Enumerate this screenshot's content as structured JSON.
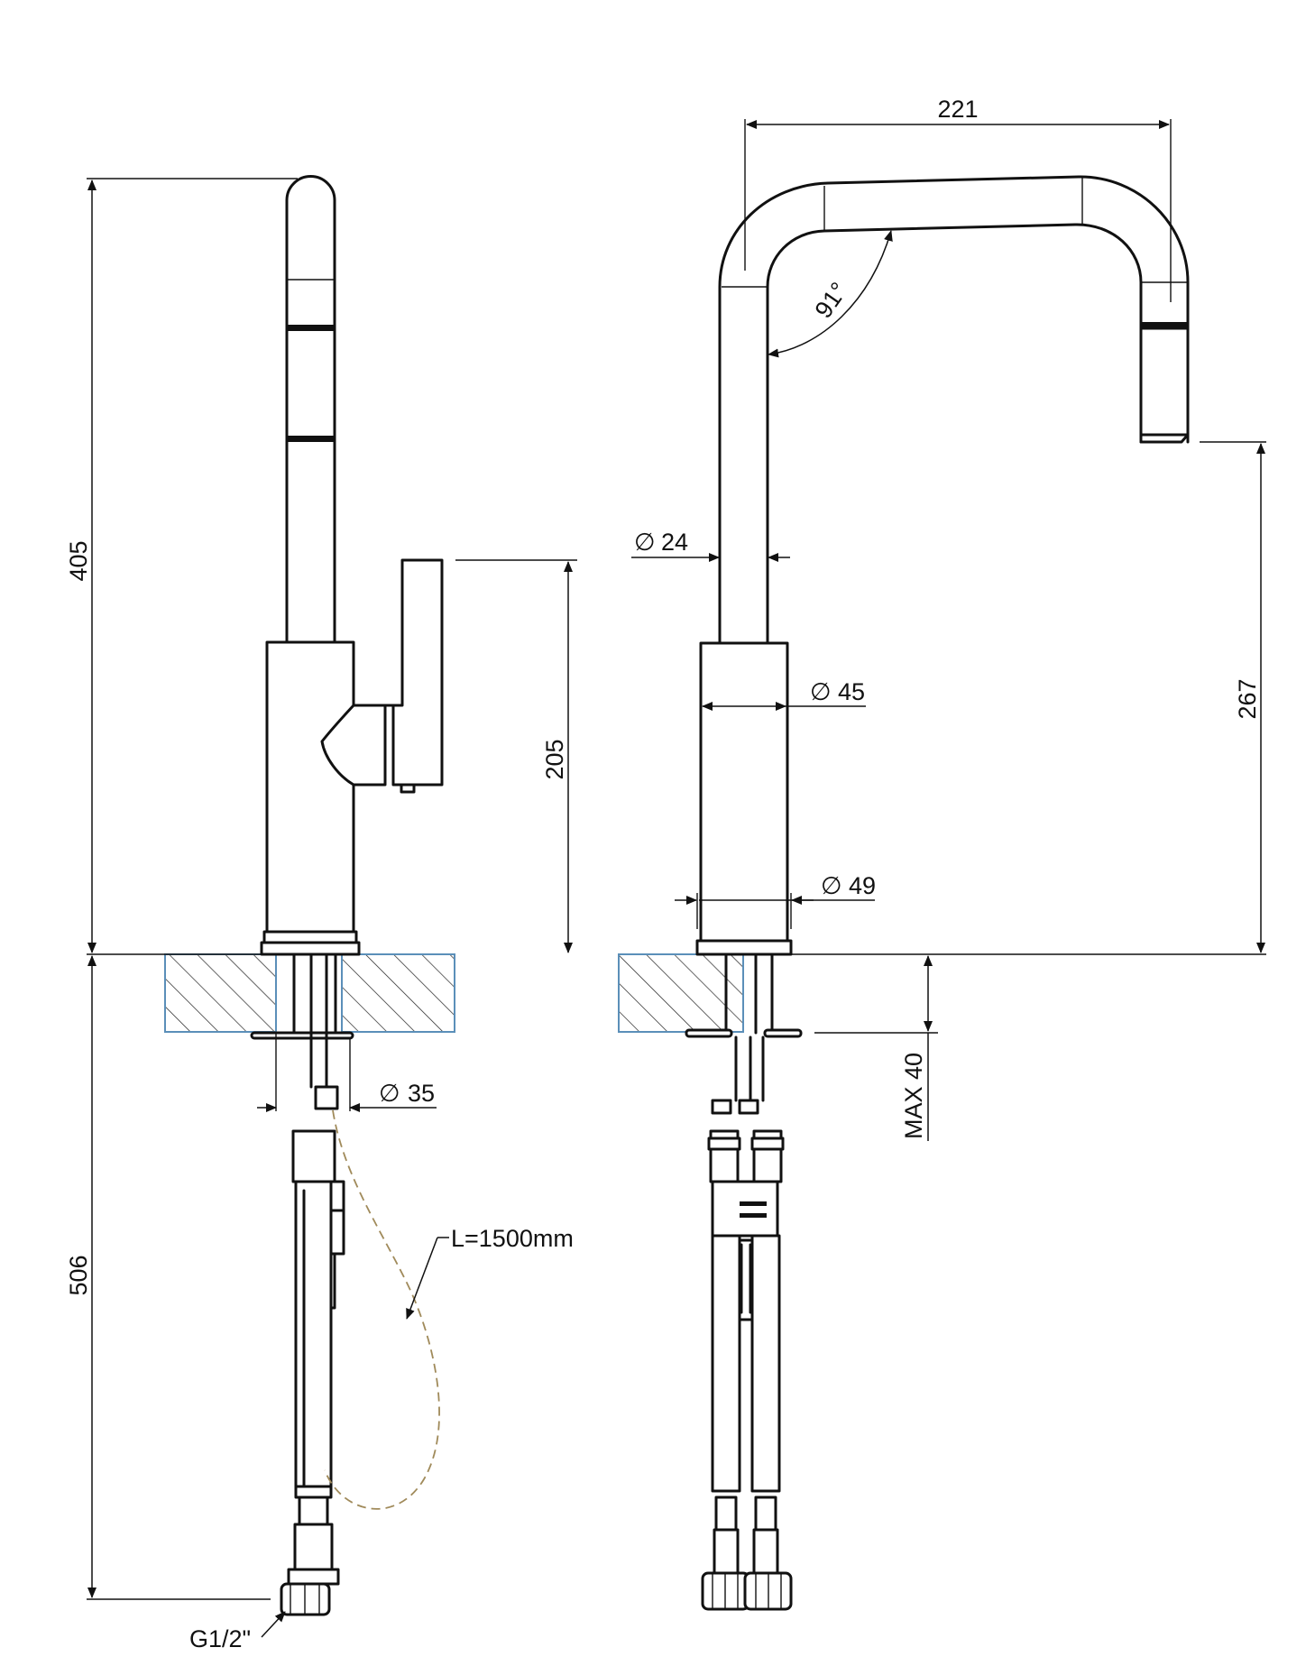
{
  "dimensions": {
    "total_height": "405",
    "under_counter": "506",
    "lever_height": "205",
    "spout_reach": "221",
    "spout_height": "267",
    "spout_diameter": "24",
    "body_diameter": "45",
    "base_diameter": "49",
    "shank_diameter": "35",
    "max_thickness": "MAX 40",
    "spout_angle": "91°",
    "hose_length": "L=1500mm",
    "connector_thread": "G1/2\""
  },
  "symbols": {
    "diameter": "∅"
  }
}
